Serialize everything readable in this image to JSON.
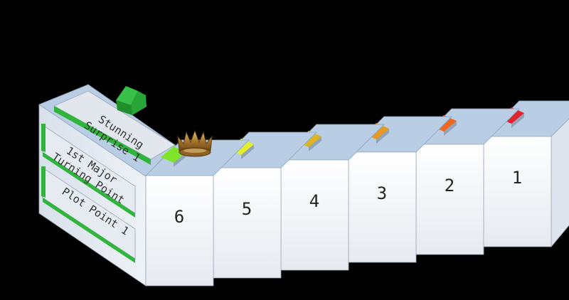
{
  "steps": [
    {
      "label": "6",
      "marker_color": "#7fe52a"
    },
    {
      "label": "5",
      "marker_color": "#e4ef2a"
    },
    {
      "label": "4",
      "marker_color": "#e0b420"
    },
    {
      "label": "3",
      "marker_color": "#e99a1c"
    },
    {
      "label": "2",
      "marker_color": "#f06820"
    },
    {
      "label": "1",
      "marker_color": "#e3242b"
    }
  ],
  "plates": [
    {
      "line1": "Stunning",
      "line2": "Surprise 1"
    },
    {
      "line1": "1st Major",
      "line2": "Turning Point"
    },
    {
      "line1": "Plot Point 1",
      "line2": ""
    }
  ],
  "colors": {
    "background": "#000000",
    "block_face": "#f3f5f8",
    "block_top": "#b9cde4",
    "accent_green": "#2fb53a",
    "crown": "#b98a45"
  },
  "icons": {
    "crown": "crown-icon",
    "house": "house-marker-icon"
  }
}
